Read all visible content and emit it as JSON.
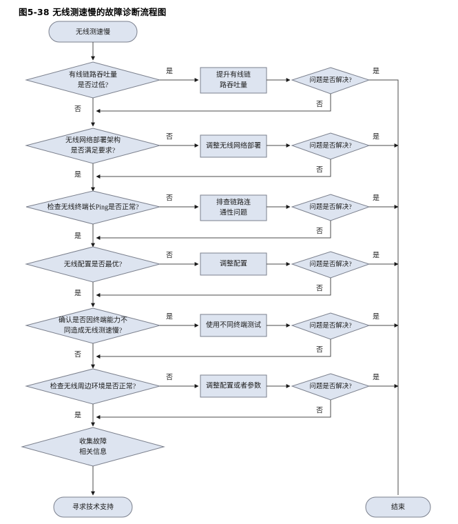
{
  "title": "图5-38 无线测速慢的故障诊断流程图",
  "labels": {
    "yes": "是",
    "no": "否"
  },
  "nodes": {
    "start": "无线测速慢",
    "end": "结束",
    "collect": {
      "line1": "收集故障",
      "line2": "相关信息"
    },
    "support": "寻求技术支持"
  },
  "rows": [
    {
      "decision": {
        "line1": "有线链路吞吐量",
        "line2": "是否过低?"
      },
      "branch_right": "是",
      "branch_down": "否",
      "action": {
        "line1": "提升有线链",
        "line2": "路吞吐量"
      },
      "resolved": "问题是否解决?",
      "resolved_yes": "是",
      "resolved_no": "否"
    },
    {
      "decision": {
        "line1": "无线网络部署架构",
        "line2": "是否满足要求?"
      },
      "branch_right": "否",
      "branch_down": "是",
      "action": {
        "line1": "调整无线网络部署",
        "line2": ""
      },
      "resolved": "问题是否解决?",
      "resolved_yes": "是",
      "resolved_no": "否"
    },
    {
      "decision": {
        "line1": "检查无线终端长Ping是否正常?",
        "line2": ""
      },
      "branch_right": "否",
      "branch_down": "是",
      "action": {
        "line1": "排查链路连",
        "line2": "通性问题"
      },
      "resolved": "问题是否解决?",
      "resolved_yes": "是",
      "resolved_no": "否"
    },
    {
      "decision": {
        "line1": "无线配置是否最优?",
        "line2": ""
      },
      "branch_right": "否",
      "branch_down": "是",
      "action": {
        "line1": "调整配置",
        "line2": ""
      },
      "resolved": "问题是否解决?",
      "resolved_yes": "是",
      "resolved_no": "否"
    },
    {
      "decision": {
        "line1": "确认是否因终端能力不",
        "line2": "同造成无线测速慢?"
      },
      "branch_right": "是",
      "branch_down": "否",
      "action": {
        "line1": "使用不同终端测试",
        "line2": ""
      },
      "resolved": "问题是否解决?",
      "resolved_yes": "是",
      "resolved_no": "否"
    },
    {
      "decision": {
        "line1": "检查无线周边环境是否正常?",
        "line2": ""
      },
      "branch_right": "否",
      "branch_down": "是",
      "action": {
        "line1": "调整配置或者参数",
        "line2": ""
      },
      "resolved": "问题是否解决?",
      "resolved_yes": "是",
      "resolved_no": "否"
    }
  ],
  "colors": {
    "shape_fill": "#dde4f0",
    "shape_stroke": "#7a7f8c",
    "line": "#4a4a4a",
    "text": "#1a1a1a"
  }
}
